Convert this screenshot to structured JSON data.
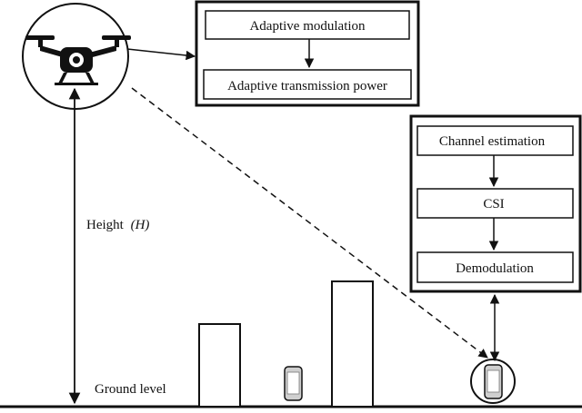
{
  "uav_blocks": {
    "top_box": "Adaptive modulation",
    "bottom_box": "Adaptive transmission power"
  },
  "receiver_blocks": {
    "box1": "Channel estimation",
    "box2": "CSI",
    "box3": "Demodulation"
  },
  "labels": {
    "height_word": "Height",
    "height_symbol": "(H)",
    "ground": "Ground level"
  },
  "icons": {
    "uav": "drone-icon",
    "user_device": "mobile-device-icon",
    "other_device": "mobile-device-icon"
  }
}
